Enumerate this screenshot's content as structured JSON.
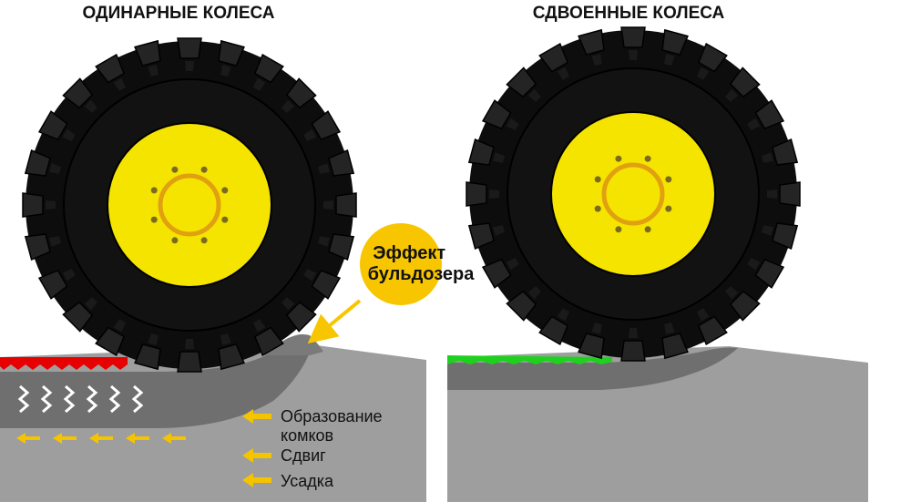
{
  "single": {
    "title": "ОДИНАРНЫЕ КОЛЕСА"
  },
  "dual": {
    "title": "СДВОЕННЫЕ КОЛЕСА"
  },
  "bulldozer": {
    "line1": "Эффект",
    "line2": "бульдозера"
  },
  "legend": {
    "item1_line1": "Образование",
    "item1_line2": "комков",
    "item2": "Сдвиг",
    "item3": "Усадка"
  },
  "colors": {
    "tire": "#0d0d0d",
    "tread": "#1f1f1f",
    "rim": "#f5e400",
    "hub": "#e0a010",
    "bolt": "#7a6a20",
    "soil": "#9e9e9e",
    "soil_dark": "#6f6f6f",
    "compaction_bad": "#e60000",
    "compaction_good": "#1fd11f",
    "arrow": "#f5c400",
    "bubble": "#f7c600"
  },
  "icons": {
    "lump-marks": "chevron-zigzag",
    "arrow": "arrow-left-icon"
  }
}
